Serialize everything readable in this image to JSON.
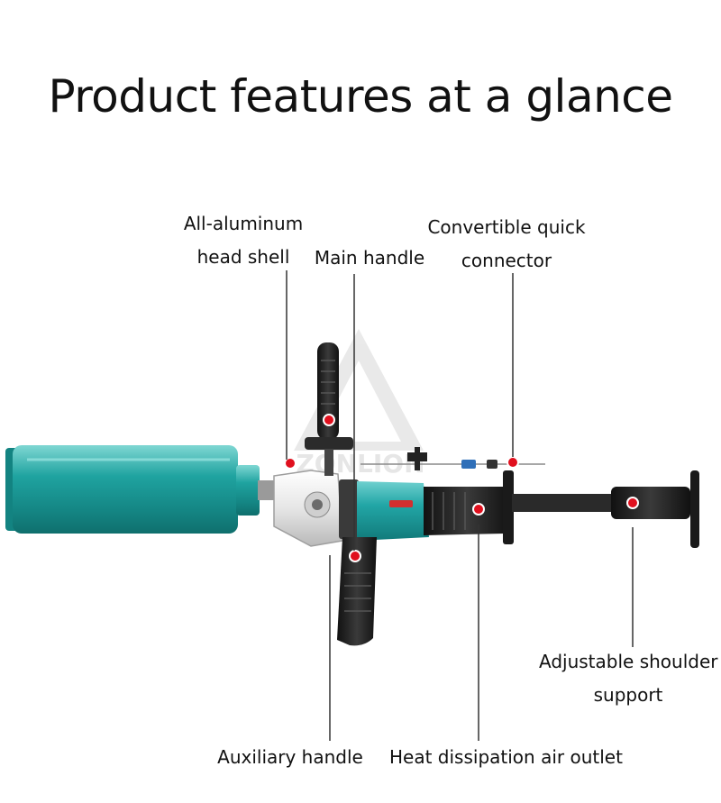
{
  "title": "Product features at a glance",
  "labels": {
    "head_shell_line1": "All-aluminum",
    "head_shell_line2": "head shell",
    "main_handle": "Main handle",
    "quick_connector_line1": "Convertible quick",
    "quick_connector_line2": "connector",
    "shoulder_support_line1": "Adjustable shoulder",
    "shoulder_support_line2": "support",
    "auxiliary_handle": "Auxiliary handle",
    "air_outlet": "Heat dissipation air outlet"
  },
  "watermark": "ZONLION",
  "colors": {
    "core_bit": "#1fa3a0",
    "body_teal": "#22a6a6",
    "grip": "#222222",
    "marker": "#e0101e",
    "leader": "#333333"
  }
}
